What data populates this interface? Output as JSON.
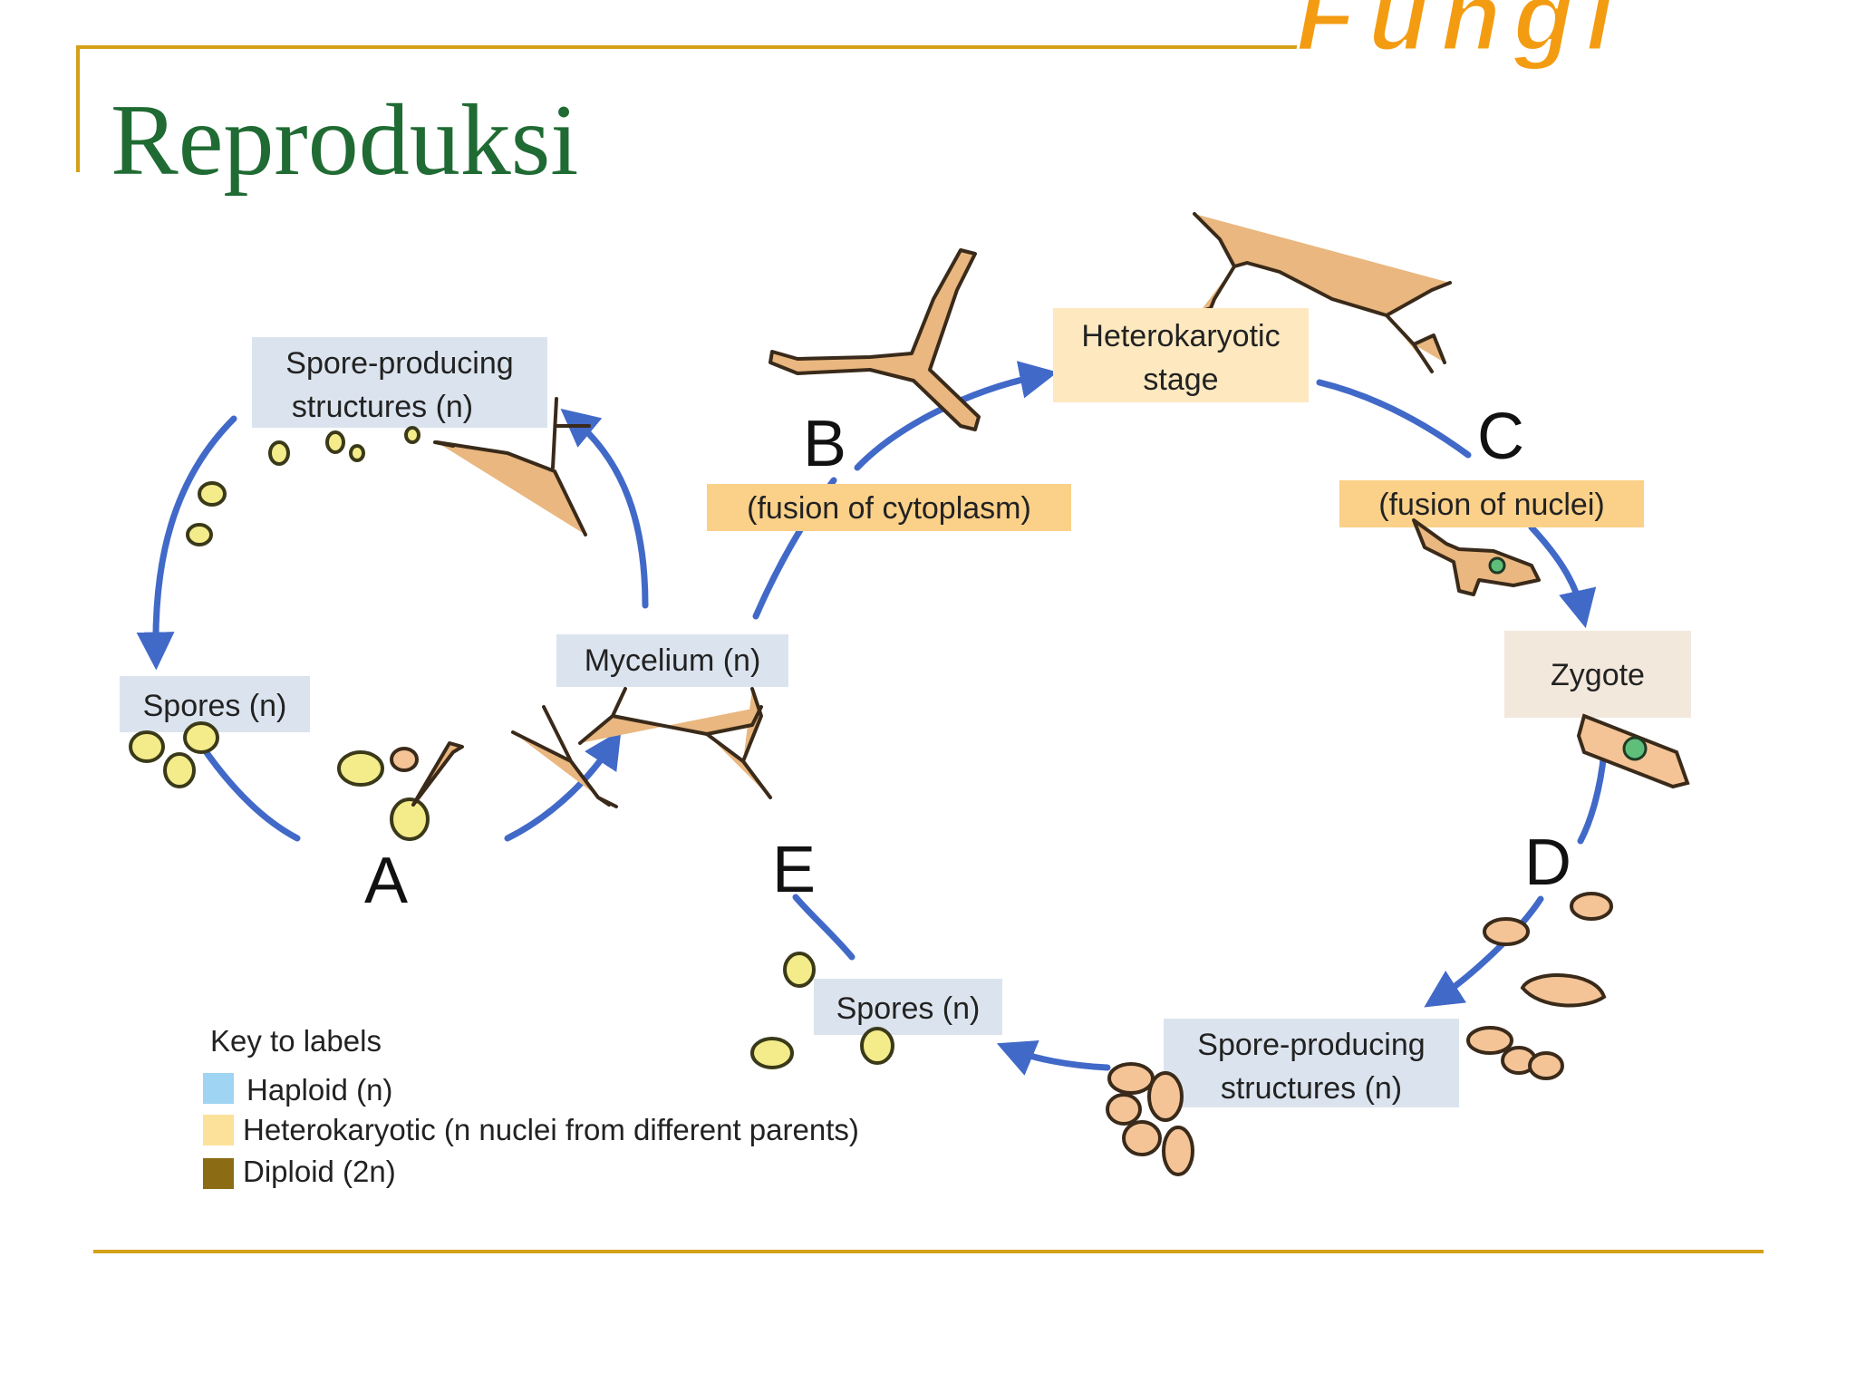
{
  "brand": "Fungi",
  "slide_title": "Reproduksi",
  "labels": {
    "spore_producing_left_line1": "Spore-producing",
    "spore_producing_left_line2": "structures (n)",
    "spores_left": "Spores (n)",
    "mycelium": "Mycelium (n)",
    "fusion_cytoplasm": "(fusion of cytoplasm)",
    "heterokaryotic_line1": "Heterokaryotic",
    "heterokaryotic_line2": "stage",
    "fusion_nuclei": "(fusion of nuclei)",
    "zygote": "Zygote",
    "spore_producing_right_line1": "Spore-producing",
    "spore_producing_right_line2": "structures (n)",
    "spores_bottom": "Spores (n)"
  },
  "letters": {
    "a": "A",
    "b": "B",
    "c": "C",
    "d": "D",
    "e": "E"
  },
  "key": {
    "title": "Key to labels",
    "items": [
      {
        "label": "Haploid (n)",
        "color": "#9fd4f2"
      },
      {
        "label": "Heterokaryotic (n nuclei from different parents)",
        "color": "#fbe19a"
      },
      {
        "label": "Diploid (2n)",
        "color": "#8b6b14"
      }
    ]
  },
  "colors": {
    "accent_line": "#d4a017",
    "title_green": "#1f6b33",
    "brand_orange": "#f39c12",
    "arrow_blue": "#4169c8"
  }
}
